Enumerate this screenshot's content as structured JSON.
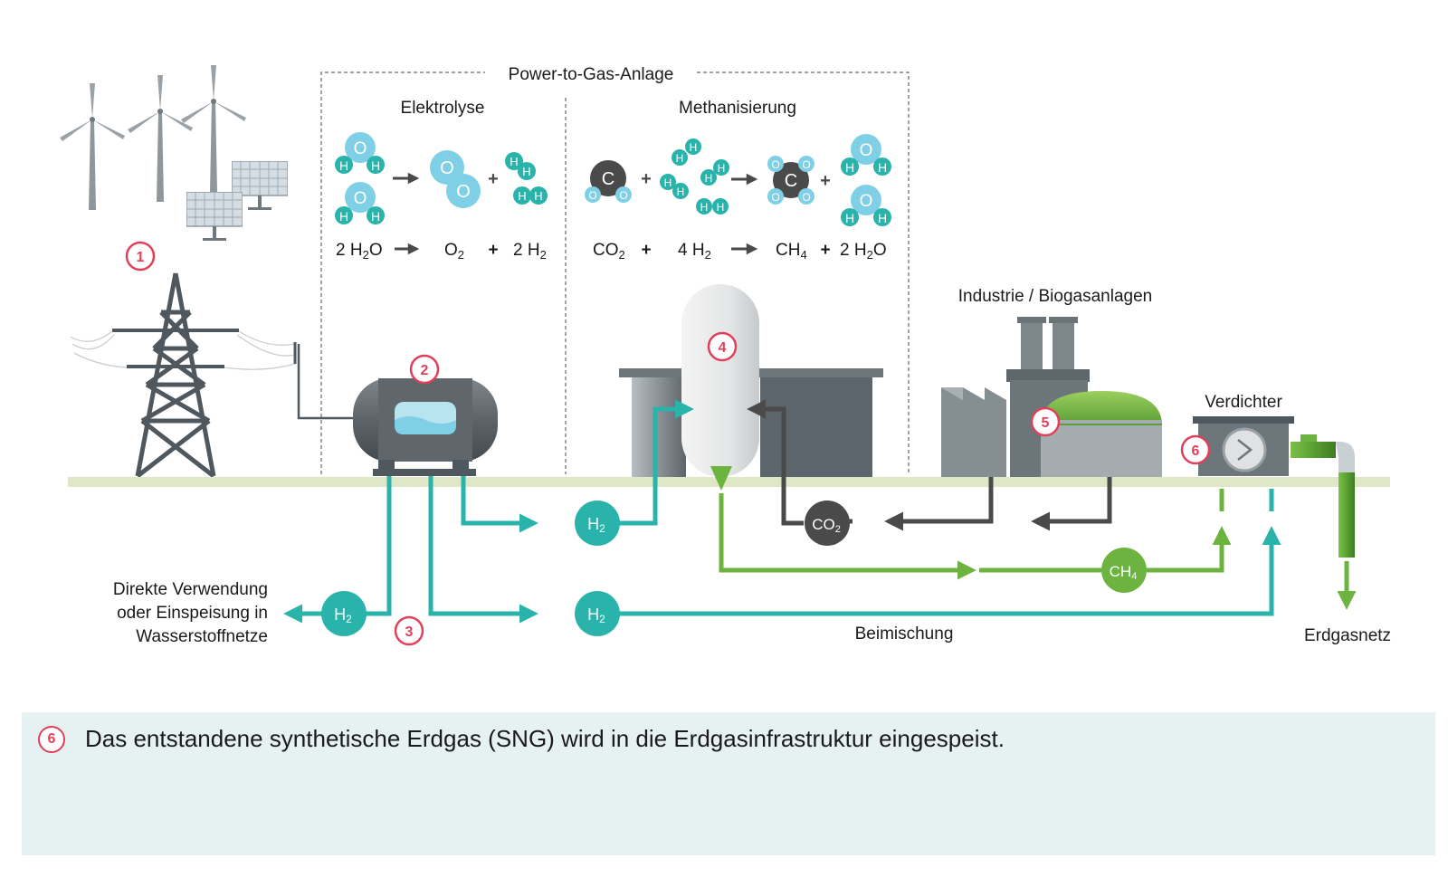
{
  "frame": {
    "title": "Power-to-Gas-Anlage",
    "section_left": "Elektrolyse",
    "section_right": "Methanisierung"
  },
  "equations": {
    "electrolysis": {
      "a": "2 H",
      "a_sub": "2",
      "a_tail": "O",
      "b": "O",
      "b_sub": "2",
      "c": "2 H",
      "c_sub": "2",
      "plus": "+"
    },
    "methanation": {
      "a": "CO",
      "a_sub": "2",
      "b": "4 H",
      "b_sub": "2",
      "c": "CH",
      "c_sub": "4",
      "d": "2 H",
      "d_sub": "2",
      "d_tail": "O",
      "plus": "+"
    }
  },
  "molecules": {
    "h": "H",
    "o": "O",
    "c": "C"
  },
  "markers": [
    "1",
    "2",
    "3",
    "4",
    "5",
    "6"
  ],
  "labels": {
    "industry": "Industrie / Biogasanlagen",
    "compressor": "Verdichter",
    "gas_grid": "Erdgasnetz",
    "admixture": "Beimischung",
    "direct_use": [
      "Direkte Verwendung",
      "oder Einspeisung in",
      "Wasserstoffnetze"
    ]
  },
  "flow_nodes": {
    "h2": {
      "main": "H",
      "sub": "2"
    },
    "co2": {
      "main": "CO",
      "sub": "2"
    },
    "ch4": {
      "main": "CH",
      "sub": "4"
    }
  },
  "caption": {
    "number": "6",
    "text": "Das entstandene synthetische Erdgas (SNG) wird in die Erdgasinfrastruktur eingespeist."
  },
  "colors": {
    "teal": "#2ab3aa",
    "green": "#6db33f",
    "dark": "#4a4a4a",
    "ground": "#dfe8c6",
    "marker": "#e0405a",
    "water": "#7fcfe6",
    "caption_bg": "#e5f2f1"
  }
}
